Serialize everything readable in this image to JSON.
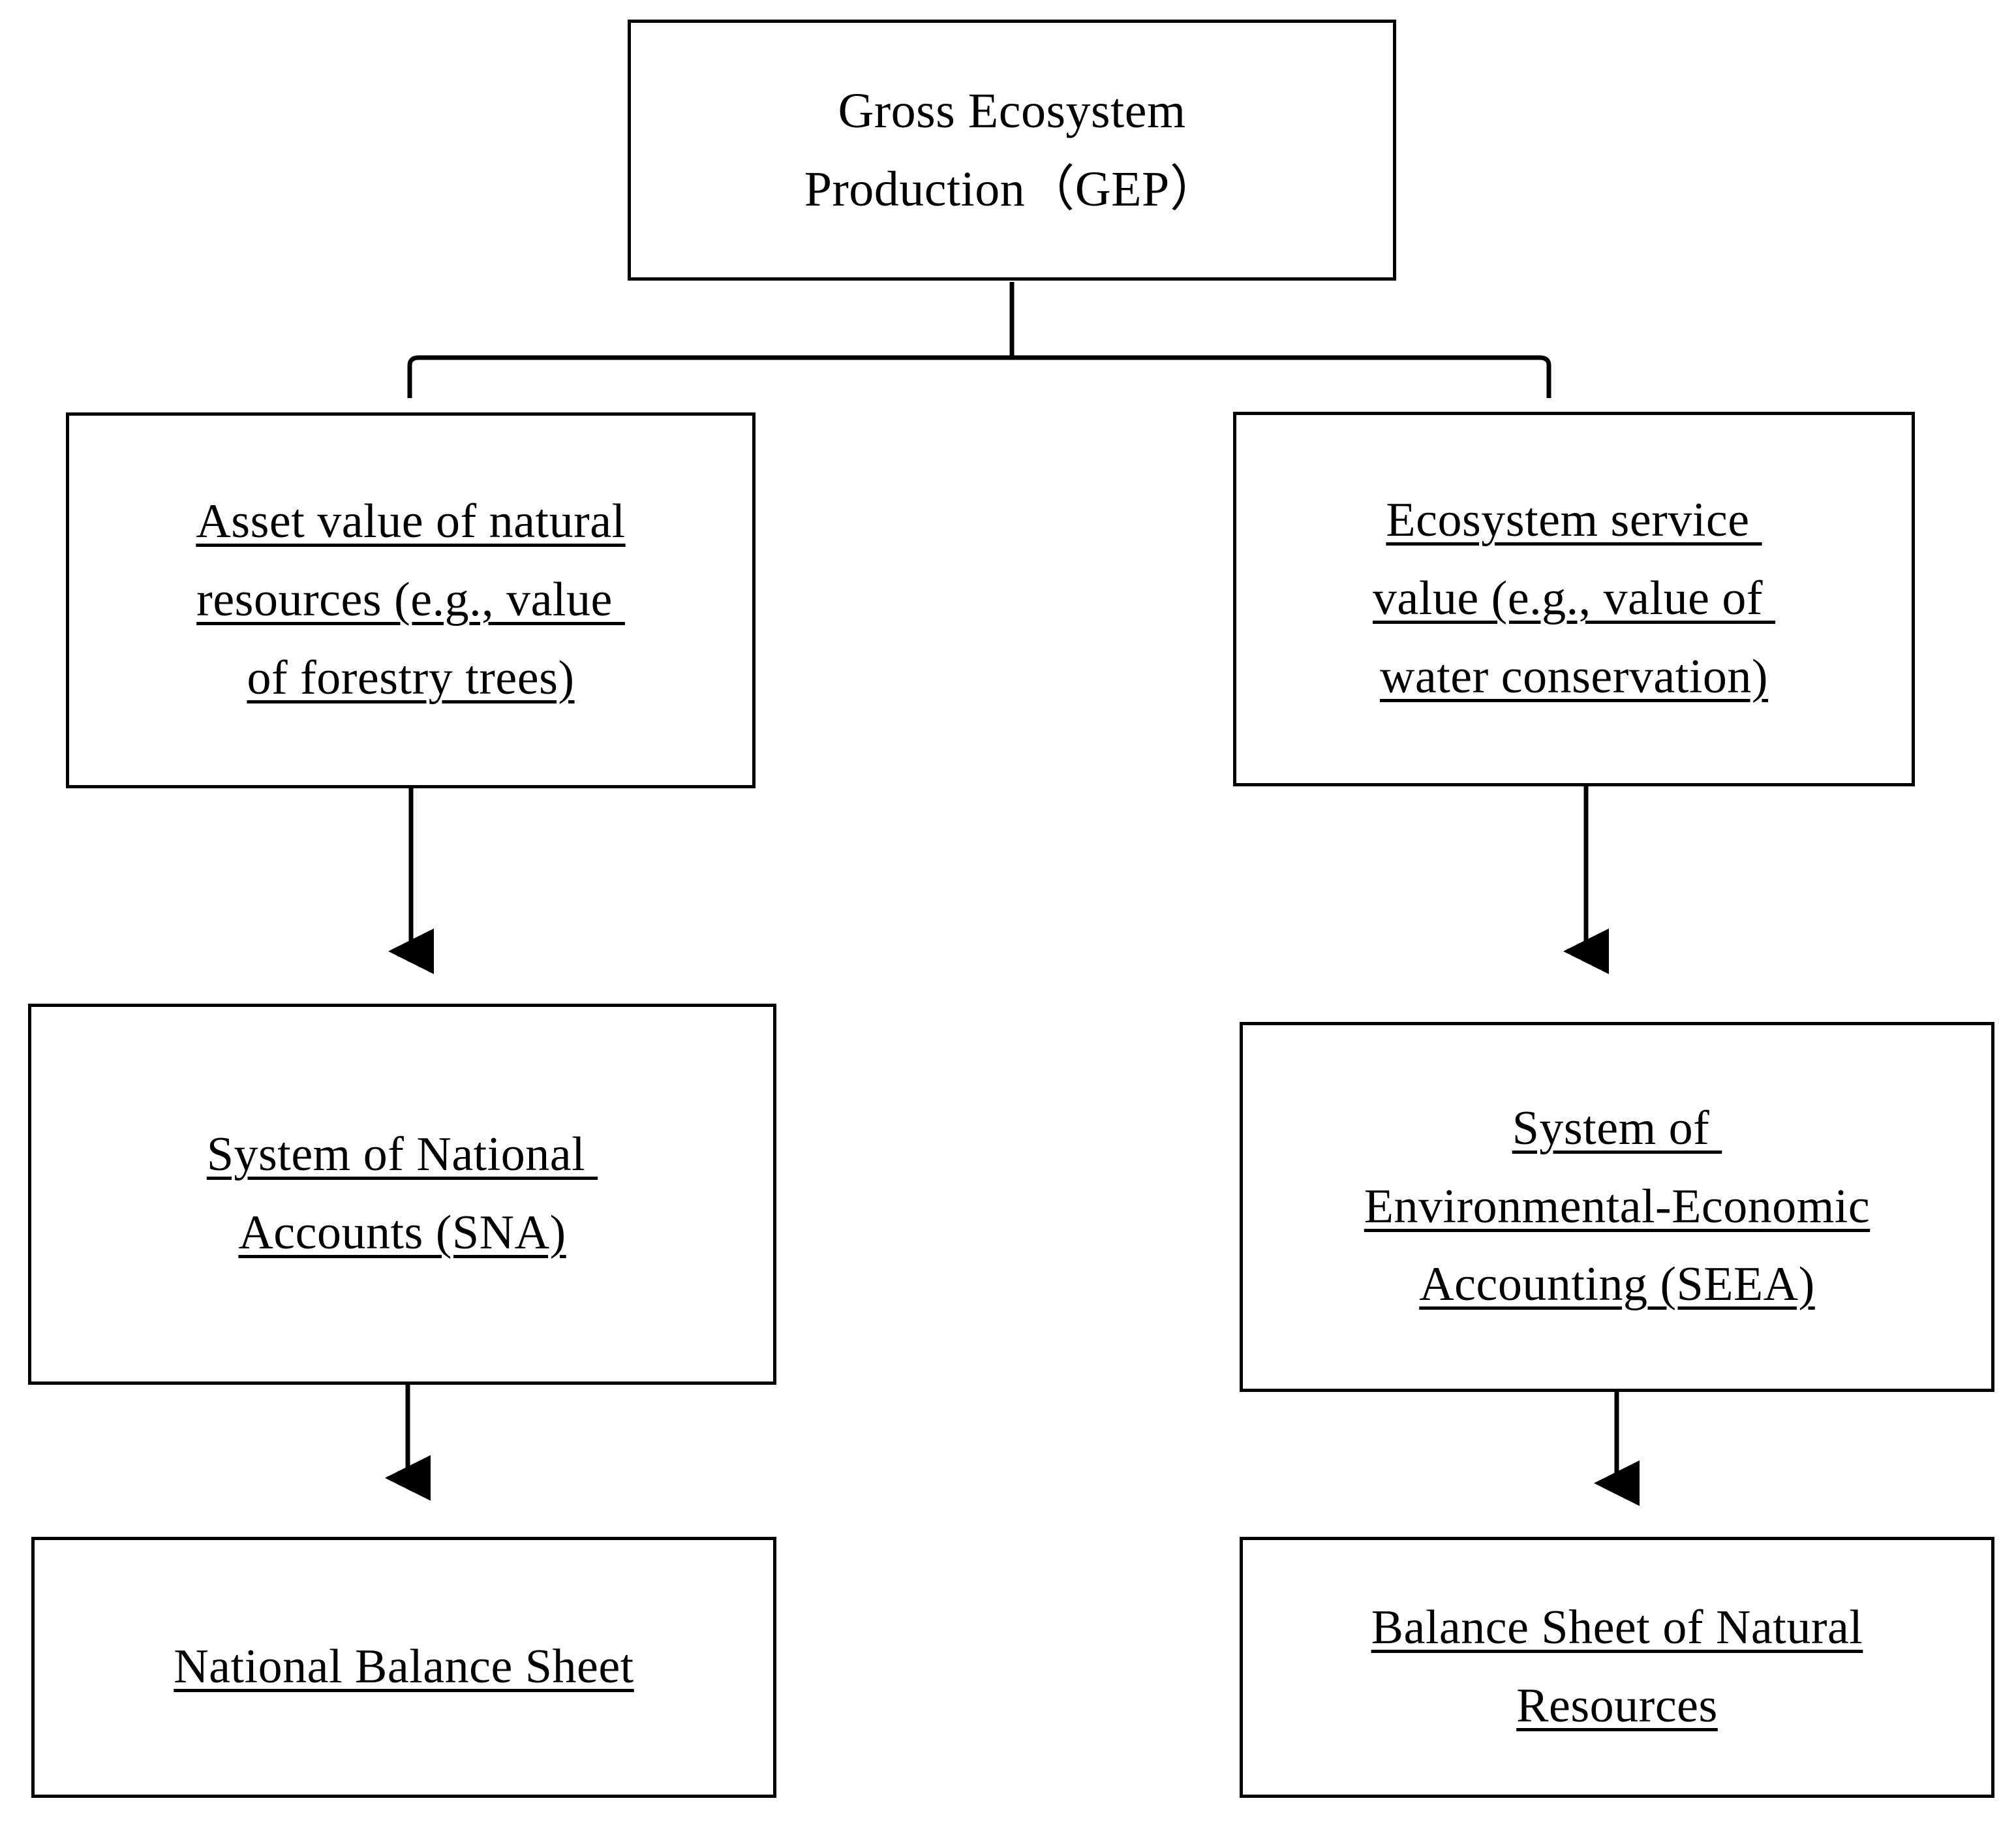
{
  "diagram": {
    "title": "Gross Ecosystem Production accounting framework",
    "background_color": "#ffffff",
    "line_color": "#000000",
    "nodes": {
      "gep": {
        "id": "gross-ecosystem-production",
        "underlined": false,
        "lines": [
          "Gross Ecosystem",
          "Production（GEP）"
        ]
      },
      "asset_value": {
        "id": "asset-value-of-natural-resources",
        "underlined": true,
        "lines": [
          "Asset value of natural",
          "resources (e.g., value ",
          "of forestry trees)"
        ]
      },
      "ecosystem_service": {
        "id": "ecosystem-service-value",
        "underlined": true,
        "lines": [
          "Ecosystem service ",
          "value (e.g., value of ",
          "water conservation)"
        ]
      },
      "sna": {
        "id": "system-of-national-accounts",
        "underlined": true,
        "lines": [
          "System of National ",
          "Accounts (SNA)"
        ]
      },
      "seea": {
        "id": "system-of-environmental-economic-accounting",
        "underlined": true,
        "lines": [
          "System of ",
          "Environmental-Economic",
          "Accounting (SEEA)"
        ]
      },
      "national_balance_sheet": {
        "id": "national-balance-sheet",
        "underlined": true,
        "lines": [
          "National Balance Sheet"
        ]
      },
      "balance_sheet_natural_resources": {
        "id": "balance-sheet-of-natural-resources",
        "underlined": true,
        "lines": [
          "Balance Sheet of Natural",
          "Resources"
        ]
      }
    },
    "connectors": [
      {
        "name": "gep-to-branches",
        "type": "bracket",
        "from": "gep",
        "to": [
          "asset_value",
          "ecosystem_service"
        ],
        "arrowhead": false
      },
      {
        "name": "asset-value-to-sna",
        "type": "arrow",
        "from": "asset_value",
        "to": "sna",
        "arrowhead": true
      },
      {
        "name": "ecosystem-service-to-seea",
        "type": "arrow",
        "from": "ecosystem_service",
        "to": "seea",
        "arrowhead": true
      },
      {
        "name": "sna-to-national-balance-sheet",
        "type": "arrow",
        "from": "sna",
        "to": "national_balance_sheet",
        "arrowhead": true
      },
      {
        "name": "seea-to-balance-sheet-natural-resources",
        "type": "arrow",
        "from": "seea",
        "to": "balance_sheet_natural_resources",
        "arrowhead": true
      }
    ]
  }
}
